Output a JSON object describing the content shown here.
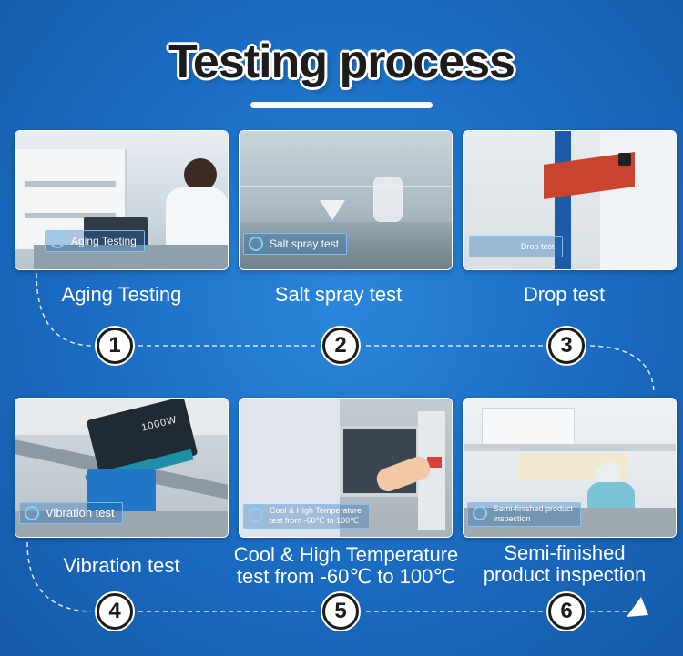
{
  "title": "Testing process",
  "steps": [
    {
      "number": "1",
      "label": "Aging Testing",
      "tag": "Aging Testing"
    },
    {
      "number": "2",
      "label": "Salt spray test",
      "tag": "Salt spray test"
    },
    {
      "number": "3",
      "label": "Drop test",
      "tag": "Drop test"
    },
    {
      "number": "4",
      "label": "Vibration test",
      "tag": "Vibration test"
    },
    {
      "number": "5",
      "label_line1": "Cool & High Temperature",
      "label_line2": "test from -60℃ to 100℃",
      "tag_line1": "Cool & High Temperature",
      "tag_line2": "test from -60℃ to 100℃"
    },
    {
      "number": "6",
      "label_line1": "Semi-finished",
      "label_line2": "product inspection",
      "tag_line1": "Semi-finished product",
      "tag_line2": "inspection"
    }
  ],
  "photo_texts": {
    "inverter_brand": "1000W"
  },
  "colors": {
    "background": "#1a6bc1",
    "title_text": "#1c1c1c",
    "accent_line": "#ffffff"
  }
}
